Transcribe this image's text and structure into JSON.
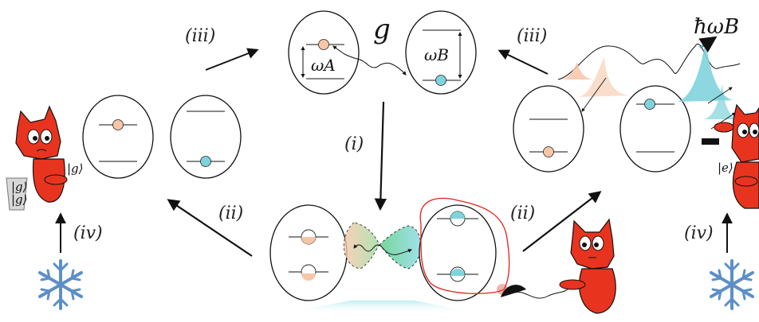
{
  "labels": {
    "step_i": "(i)",
    "step_ii_left": "(ii)",
    "step_ii_right": "(ii)",
    "step_iii_left": "(iii)",
    "step_iii_right": "(iii)",
    "step_iv_left": "(iv)",
    "step_iv_right": "(iv)",
    "coupling": "g",
    "omega_a": "ωA",
    "omega_b": "ωB",
    "photon_energy": "ħωB",
    "ket_g": "|g⟩",
    "ket_e": "|e⟩",
    "bucket_ket_top": "|g⟩",
    "bucket_ket_bottom": "|g⟩"
  },
  "colors": {
    "qubit_a": "#f7c6a7",
    "qubit_b": "#7fd3dd",
    "demon": "#e8341f",
    "snowflake": "#5c8fc7",
    "probe_line": "#e0221c",
    "arrow": "#111111",
    "emission": "#4aa7b0"
  },
  "icons": [
    "demon-icon",
    "snowflake-icon",
    "detector-icon",
    "bucket-icon"
  ]
}
